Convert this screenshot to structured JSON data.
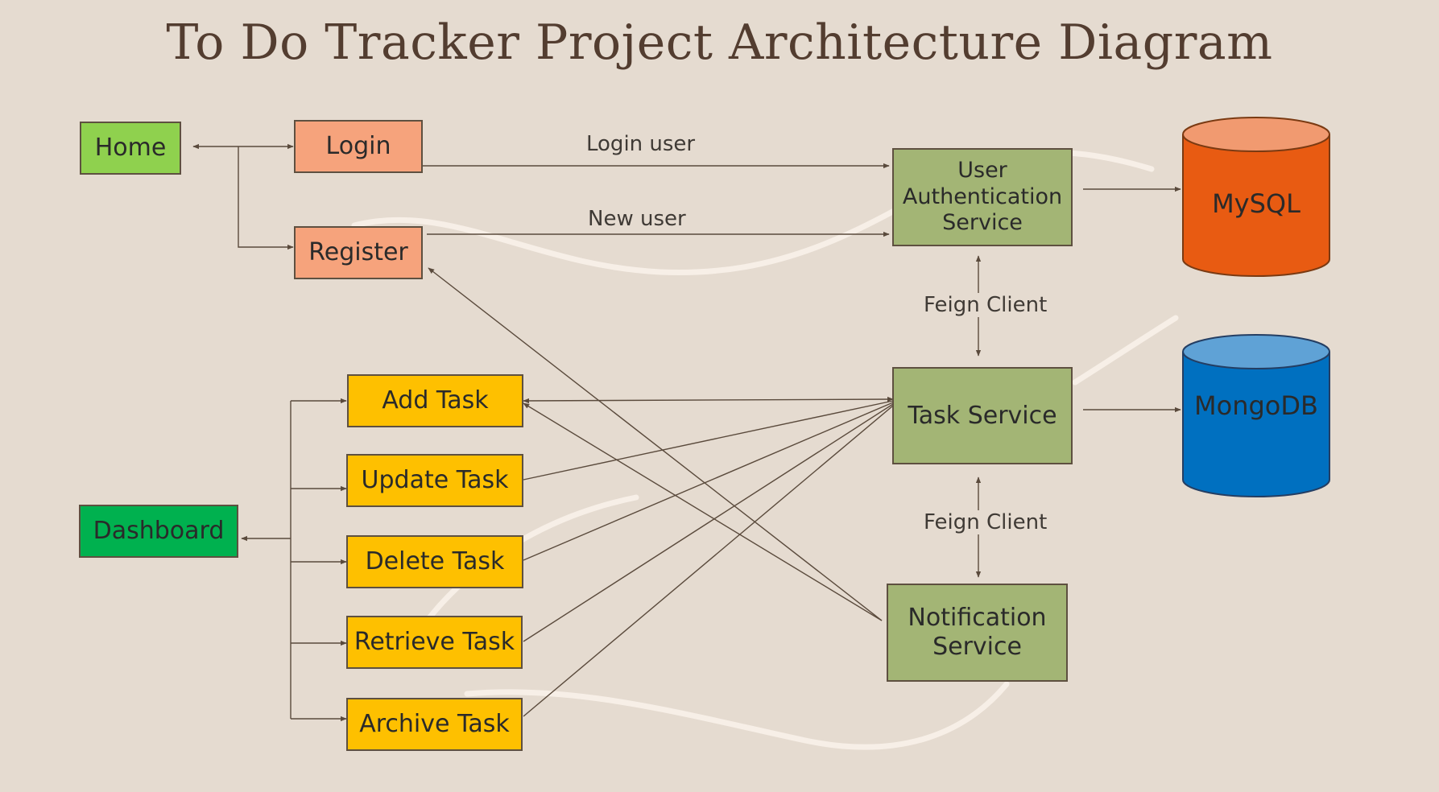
{
  "title": "To Do Tracker Project Architecture Diagram",
  "nodes": {
    "home": "Home",
    "login": "Login",
    "register": "Register",
    "dashboard": "Dashboard",
    "add_task": "Add Task",
    "update_task": "Update Task",
    "delete_task": "Delete Task",
    "retrieve_task": "Retrieve Task",
    "archive_task": "Archive Task",
    "user_auth_service": "User Authentication Service",
    "task_service": "Task Service",
    "notification_service": "Notification Service"
  },
  "databases": {
    "mysql": "MySQL",
    "mongodb": "MongoDB"
  },
  "edge_labels": {
    "login_user": "Login user",
    "new_user": "New user",
    "feign_client_top": "Feign Client",
    "feign_client_bottom": "Feign Client"
  },
  "colors": {
    "background": "#e5dbd0",
    "title": "#533d30",
    "home": "#8fd14e",
    "dashboard": "#00b14f",
    "auth_boxes": "#f6a37c",
    "task_boxes": "#fec000",
    "services": "#a3b575",
    "mysql": "#e85b12",
    "mongodb": "#0070c0"
  }
}
